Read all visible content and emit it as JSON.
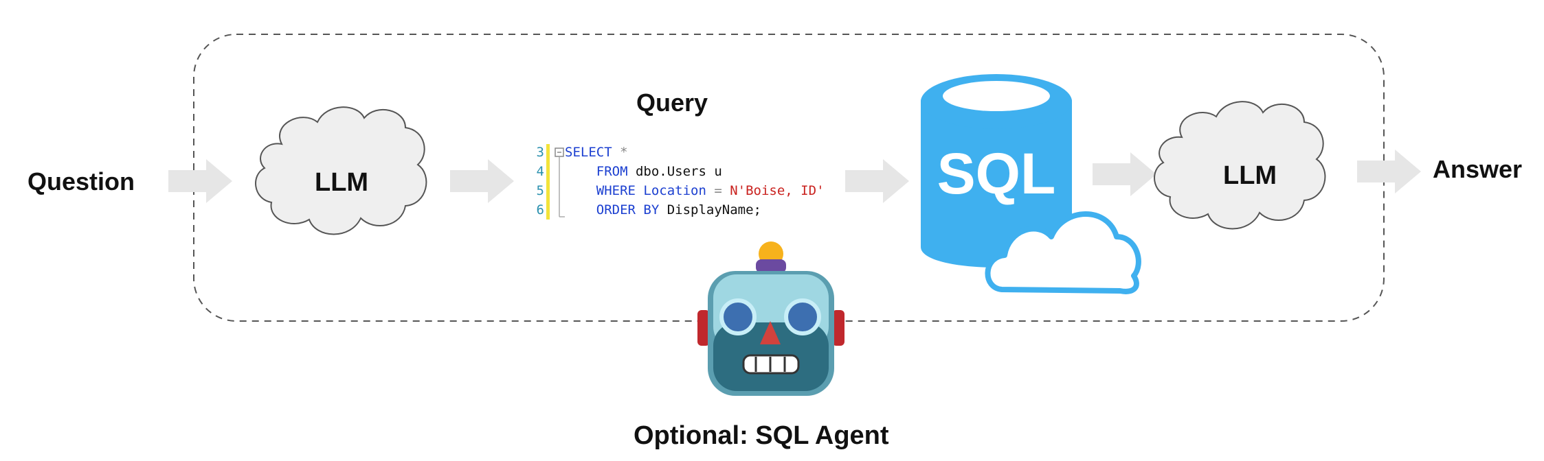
{
  "labels": {
    "question": "Question",
    "llm_left": "LLM",
    "query": "Query",
    "llm_right": "LLM",
    "answer": "Answer",
    "agent": "Optional: SQL Agent",
    "sql_logo": "SQL"
  },
  "code": {
    "lines": [
      {
        "num": "3",
        "parts": [
          {
            "t": "SELECT",
            "c": "kw"
          },
          {
            "t": " *",
            "c": "op"
          }
        ]
      },
      {
        "num": "4",
        "parts": [
          {
            "t": "    FROM",
            "c": "kw"
          },
          {
            "t": " dbo.Users u",
            "c": "txt"
          }
        ]
      },
      {
        "num": "5",
        "parts": [
          {
            "t": "    WHERE",
            "c": "kw"
          },
          {
            "t": " Location",
            "c": "kw"
          },
          {
            "t": " = ",
            "c": "op"
          },
          {
            "t": "N'Boise, ID'",
            "c": "str"
          }
        ]
      },
      {
        "num": "6",
        "parts": [
          {
            "t": "    ORDER BY",
            "c": "kw"
          },
          {
            "t": " DisplayName;",
            "c": "txt"
          }
        ]
      }
    ]
  },
  "colors": {
    "arrow": "#e6e6e6",
    "cloud_fill": "#efefef",
    "sql_blue": "#3fb0ef",
    "dashed": "#555555"
  }
}
